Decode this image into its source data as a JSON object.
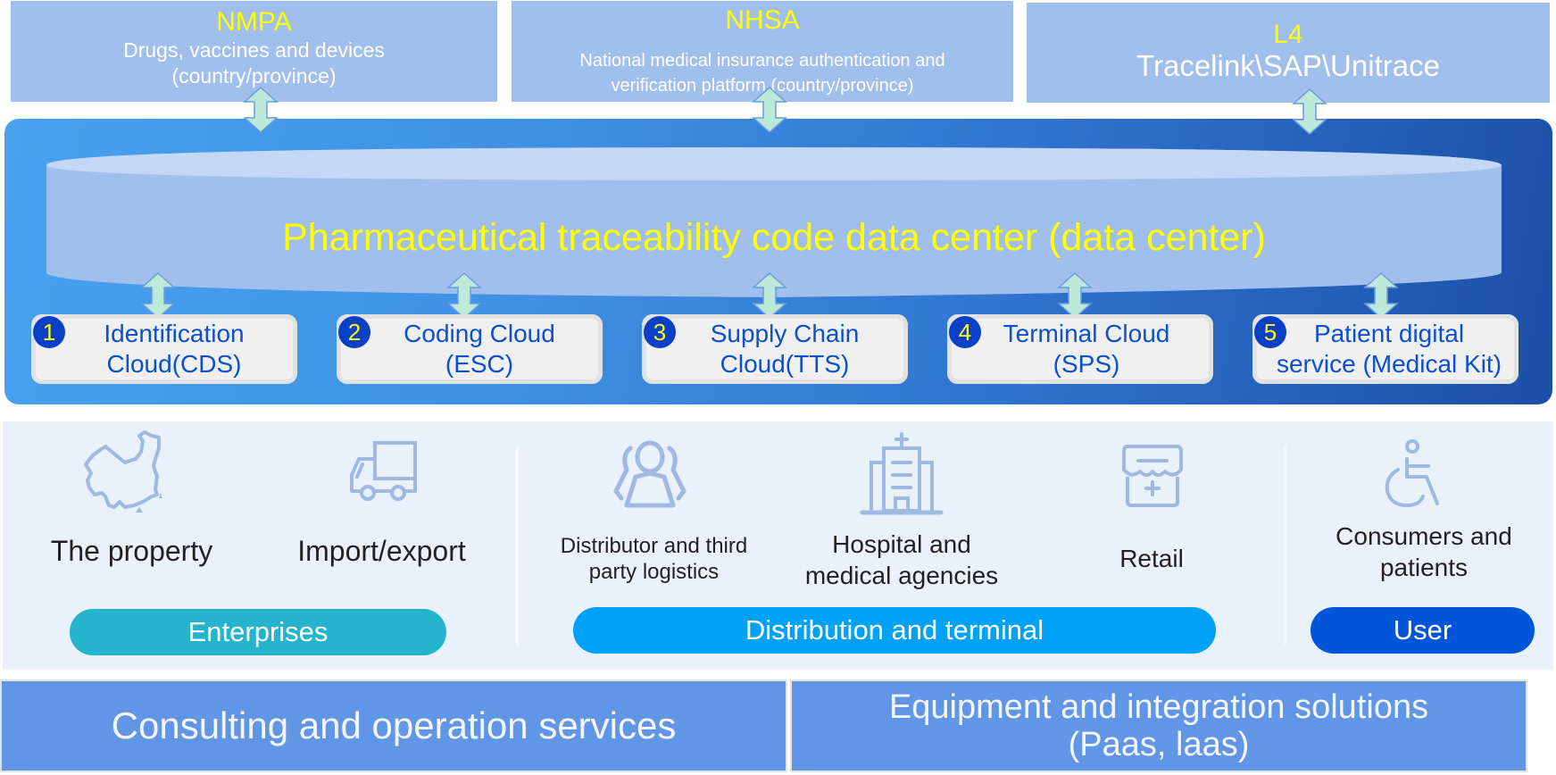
{
  "top_sources": [
    {
      "title": "NMPA",
      "lines": [
        "Drugs, vaccines and devices",
        "(country/province)"
      ]
    },
    {
      "title": "NHSA",
      "lines": [
        "National medical insurance authentication and",
        "verification platform (country/province)"
      ]
    },
    {
      "title": "L4",
      "lines": [
        "Tracelink\\SAP\\Unitrace"
      ]
    }
  ],
  "data_center": {
    "title": "Pharmaceutical traceability code data center (data center)"
  },
  "modules": [
    {
      "number": "1",
      "lines": [
        "Identification",
        "Cloud(CDS)"
      ]
    },
    {
      "number": "2",
      "lines": [
        "Coding Cloud",
        "(ESC)"
      ]
    },
    {
      "number": "3",
      "lines": [
        "Supply Chain",
        "Cloud(TTS)"
      ]
    },
    {
      "number": "4",
      "lines": [
        "Terminal Cloud",
        "(SPS)"
      ]
    },
    {
      "number": "5",
      "lines": [
        "Patient digital",
        "service (Medical Kit)"
      ]
    }
  ],
  "actors": [
    {
      "icon": "china-map-icon",
      "lines": [
        "The property"
      ]
    },
    {
      "icon": "truck-icon",
      "lines": [
        "Import/export"
      ]
    },
    {
      "icon": "people-group-icon",
      "lines": [
        "Distributor and third",
        "party logistics"
      ]
    },
    {
      "icon": "hospital-building-icon",
      "lines": [
        "Hospital and",
        "medical agencies"
      ]
    },
    {
      "icon": "pharmacy-store-icon",
      "lines": [
        "Retail"
      ]
    },
    {
      "icon": "wheelchair-icon",
      "lines": [
        "Consumers and",
        "patients"
      ]
    }
  ],
  "categories": [
    {
      "label": "Enterprises",
      "color": "#24b5cc"
    },
    {
      "label": "Distribution and terminal",
      "color": "#00a2f7"
    },
    {
      "label": "User",
      "color": "#0055d9"
    }
  ],
  "services": [
    {
      "lines": [
        "Consulting and operation services"
      ]
    },
    {
      "lines": [
        "Equipment and integration solutions",
        "(Paas, laas)"
      ]
    }
  ],
  "colors": {
    "title_yellow": "#ffff00",
    "module_text": "#0c4fd0",
    "arrow_fill": "#bde9d8",
    "arrow_stroke": "#6a9be0",
    "icon_stroke": "#9fb9e0"
  }
}
